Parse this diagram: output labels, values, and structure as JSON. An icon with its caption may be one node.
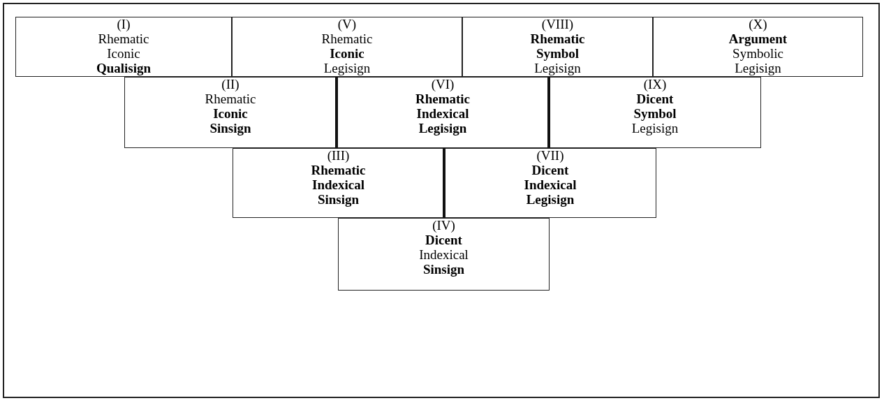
{
  "diagram": {
    "nodes": [
      {
        "text": [
          "(I)",
          "Rhematic Iconic **Qualisign**"
        ]
      },
      {
        "text": [
          "(V)",
          "Rhematic **Iconic** Legisign"
        ]
      },
      {
        "text": [
          "(VIII)",
          "**Rhematic** **Symbol** Legisign"
        ]
      },
      {
        "text": [
          "(X)",
          "**Argument** Symbolic Legisign"
        ]
      },
      {
        "text": [
          "(II)",
          "Rhematic **Iconic** **Sinsign**"
        ]
      },
      {
        "text": [
          "(VI)",
          "**Rhematic** **Indexical** **Legisign**"
        ]
      },
      {
        "text": [
          "(IX)",
          "**Dicent** **Symbol** Legisign"
        ]
      },
      {
        "text": [
          "(III)",
          "**Rhematic** **Indexical** **Sinsign**"
        ]
      },
      {
        "text": [
          "(VII)",
          "**Dicent** **Indexical** **Legisign**"
        ]
      },
      {
        "text": [
          "(IV)",
          "**Dicent** Indexical **Sinsign**"
        ]
      }
    ]
  }
}
